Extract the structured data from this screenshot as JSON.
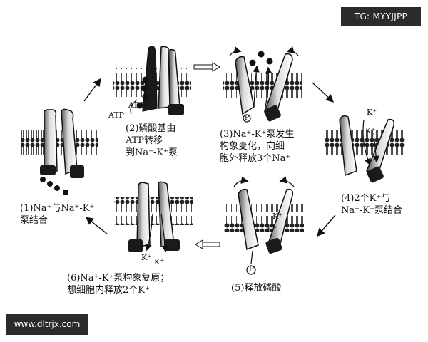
{
  "watermarks": {
    "top_right": "TG: MYYJJPP",
    "bottom_left": "www.dltrjx.com"
  },
  "steps": [
    {
      "label": [
        "(1)Na⁺与Na⁺-K⁺",
        "泵结合"
      ]
    },
    {
      "label": [
        "(2)磷酸基由",
        "ATP转移",
        "到Na⁺-K⁺泵"
      ]
    },
    {
      "label": [
        "(3)Na⁺-K⁺泵发生",
        "构象变化，向细",
        "胞外释放3个Na⁺"
      ]
    },
    {
      "label": [
        "(4)2个K⁺与",
        "Na⁺-K⁺泵结合"
      ]
    },
    {
      "label": [
        "(5)释放磷酸"
      ]
    },
    {
      "label": [
        "(6)Na⁺-K⁺泵构象复原；",
        "想细胞内释放2个K⁺"
      ]
    }
  ],
  "annotations": {
    "adp": "ADP",
    "atp": "ATP",
    "phosphate": "P",
    "k_ion": "K⁺"
  },
  "colors": {
    "ink": "#111111",
    "membrane_head": "#222222",
    "protein_fill": "#ffffff",
    "protein_dark": "#1a1a1a",
    "watermark_bg": "#2b2b2b"
  }
}
